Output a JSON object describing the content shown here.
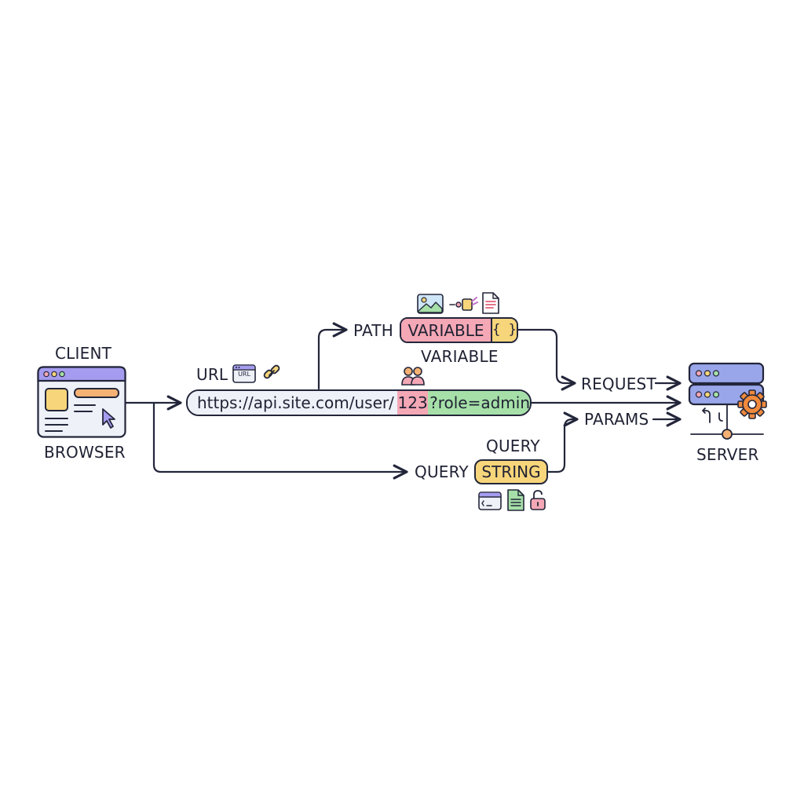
{
  "client": {
    "title": "CLIENT",
    "subtitle": "BROWSER"
  },
  "url_label": "URL",
  "url_icon_text": "URL",
  "url": {
    "path": "https://api.site.com/user/",
    "id": "123",
    "query": "?role=admin"
  },
  "path_label": "PATH",
  "variable_pill": {
    "text": "VARIABLE",
    "brace": "{ }"
  },
  "variable_label": "VARIABLE",
  "request_label": "REQUEST",
  "params_label": "PARAMS",
  "query_label": "QUERY",
  "query_string_pill": {
    "top": "QUERY",
    "text": "STRING"
  },
  "server_label": "SERVER",
  "colors": {
    "outline": "#23263a",
    "purple": "#a59cf0",
    "yellow": "#f7d57a",
    "pink": "#f4a7b5",
    "green": "#a6e0a8",
    "blue_grey": "#eef1f8",
    "server_blue": "#9aa6ea",
    "orange": "#f08a3c"
  },
  "icons": [
    "browser-window-icon",
    "url-window-icon",
    "link-icon",
    "users-icon",
    "image-icon",
    "key-icon",
    "document-icon",
    "code-window-icon",
    "spreadsheet-icon",
    "padlock-icon",
    "server-icon",
    "gear-icon"
  ]
}
